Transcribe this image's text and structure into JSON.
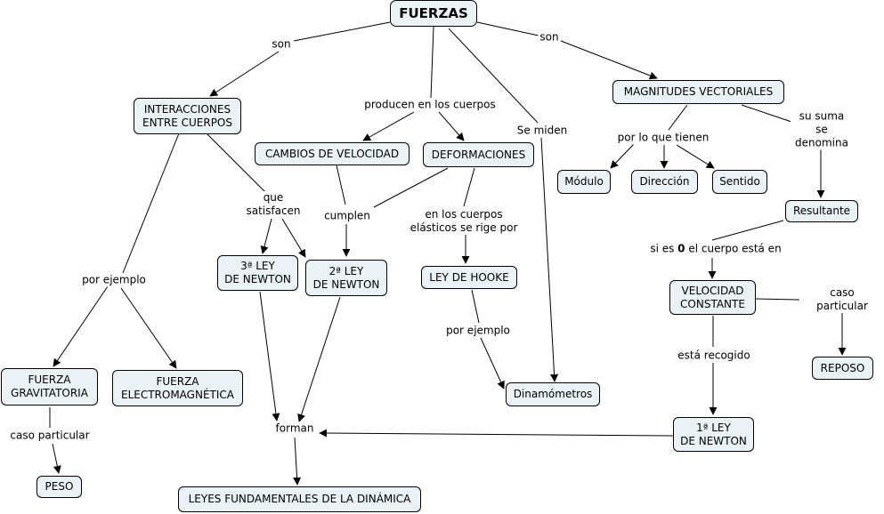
{
  "concepts": {
    "fuerzas": "FUERZAS",
    "interacciones": "INTERACCIONES\nENTRE CUERPOS",
    "cambios": "CAMBIOS DE VELOCIDAD",
    "deformaciones": "DEFORMACIONES",
    "magnitudes": "MAGNITUDES VECTORIALES",
    "modulo": "Módulo",
    "direccion": "Dirección",
    "sentido": "Sentido",
    "resultante": "Resultante",
    "ley3": "3ª LEY\nDE NEWTON",
    "ley2": "2ª LEY\nDE NEWTON",
    "hooke": "LEY DE HOOKE",
    "velocidad": "VELOCIDAD\nCONSTANTE",
    "reposo": "REPOSO",
    "gravitatoria": "FUERZA\nGRAVITATORIA",
    "electromagnetica": "FUERZA\nELECTROMAGNÉTICA",
    "dinamometros": "Dinamómetros",
    "ley1": "1ª LEY\nDE NEWTON",
    "peso": "PESO",
    "leyes": "LEYES FUNDAMENTALES DE LA DINÁMICA"
  },
  "links": {
    "son_left": "son",
    "son_right": "son",
    "producen": "producen en los cuerpos",
    "se_miden": "Se miden",
    "por_lo_que": "por lo que tienen",
    "su_suma": "su suma se denomina",
    "que_satisfacen": "que\nsatisfacen",
    "cumplen": "cumplen",
    "elasticos": "en los cuerpos\nelásticos se rige por",
    "si_es_pre": "si es ",
    "si_es_bold": "0",
    "si_es_post": " el cuerpo está en",
    "por_ejemplo_left": "por ejemplo",
    "por_ejemplo_mid": "por ejemplo",
    "caso_particular_right": "caso particular",
    "esta_recogido": "está recogido",
    "caso_particular_left": "caso particular",
    "forman": "forman"
  }
}
